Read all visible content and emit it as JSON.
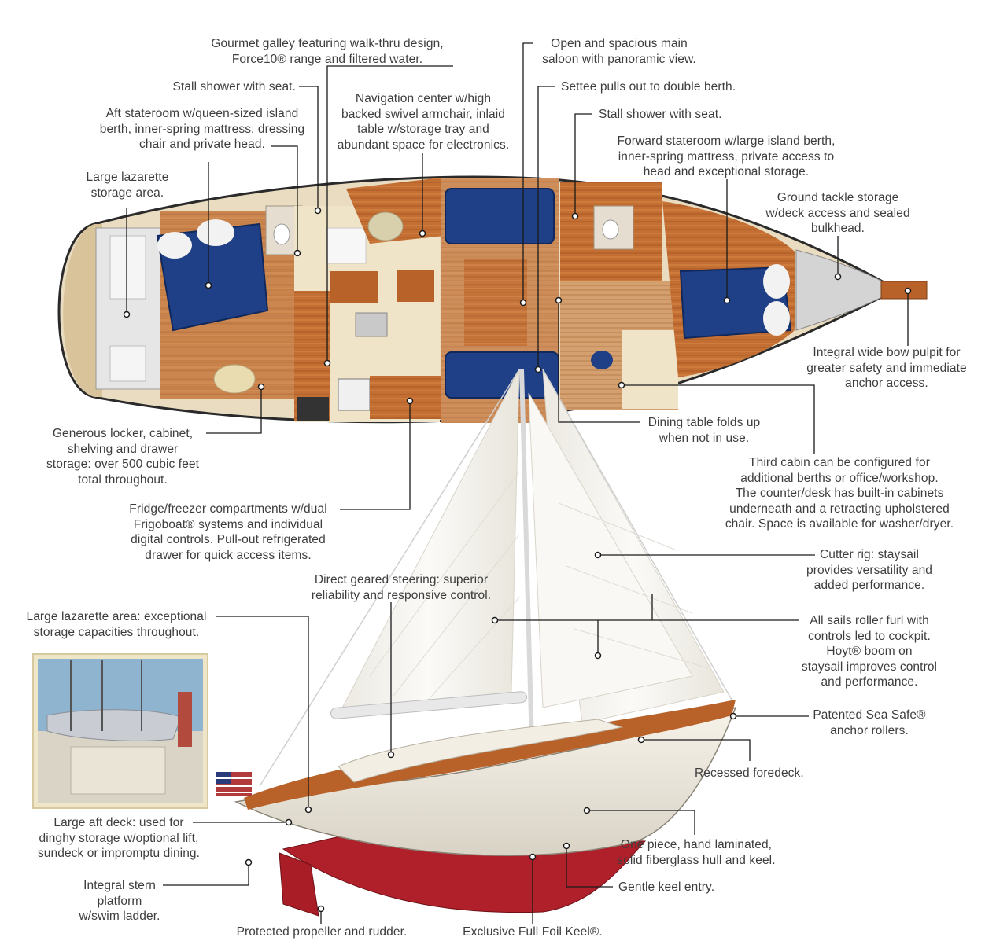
{
  "callouts": {
    "galley": "Gourmet galley featuring walk-thru design,\nForce10® range and filtered water.",
    "saloon": "Open and spacious main\nsaloon with panoramic view.",
    "stall_shower_aft": "Stall shower with seat.",
    "settee": "Settee pulls out to double berth.",
    "aft_stateroom": "Aft stateroom w/queen-sized island\nberth, inner-spring mattress, dressing\nchair and private head.",
    "nav_center": "Navigation center w/high\nbacked swivel armchair, inlaid\ntable w/storage tray and\nabundant space for electronics.",
    "stall_shower_fwd": "Stall shower with seat.",
    "fwd_stateroom": "Forward stateroom w/large island berth,\ninner-spring mattress, private access to\nhead and exceptional storage.",
    "lazarette_storage": "Large lazarette\nstorage area.",
    "ground_tackle": "Ground tackle storage\nw/deck access and sealed\nbulkhead.",
    "bow_pulpit": "Integral wide bow pulpit for\ngreater safety and immediate\nanchor access.",
    "locker": "Generous locker, cabinet,\nshelving and drawer\nstorage: over 500 cubic feet\ntotal throughout.",
    "dining_table": "Dining table folds up\nwhen not in use.",
    "third_cabin": "Third cabin can be configured for\nadditional berths or office/workshop.\nThe counter/desk has built-in cabinets\nunderneath and a retracting upholstered\nchair. Space is available for washer/dryer.",
    "fridge": "Fridge/freezer compartments w/dual\nFrigoboat® systems and individual\ndigital controls. Pull-out refrigerated\ndrawer for quick access items.",
    "cutter_rig": "Cutter rig: staysail\nprovides versatility and\nadded performance.",
    "steering": "Direct geared steering: superior\nreliability and responsive control.",
    "lazarette_area": "Large lazarette area: exceptional\nstorage capacities throughout.",
    "roller_furl": "All sails roller furl with\ncontrols led to cockpit.\nHoyt® boom on\nstaysail improves control\nand performance.",
    "anchor_rollers": "Patented Sea Safe®\nanchor rollers.",
    "foredeck": "Recessed foredeck.",
    "aft_deck": "Large aft deck: used for\ndinghy storage w/optional lift,\nsundeck or impromptu dining.",
    "hull": "One piece, hand laminated,\nsolid fiberglass hull and keel.",
    "stern_platform": "Integral stern\nplatform\nw/swim ladder.",
    "keel_entry": "Gentle keel entry.",
    "propeller": "Protected propeller and rudder.",
    "full_foil_keel": "Exclusive Full Foil Keel®."
  },
  "colors": {
    "wood": "#b8622a",
    "upholstery": "#1f3f86",
    "hull_white": "#f4efe6",
    "bottom_paint": "#b0202a",
    "sail": "#f5f3ee",
    "leader_line": "#1a1a1a"
  }
}
